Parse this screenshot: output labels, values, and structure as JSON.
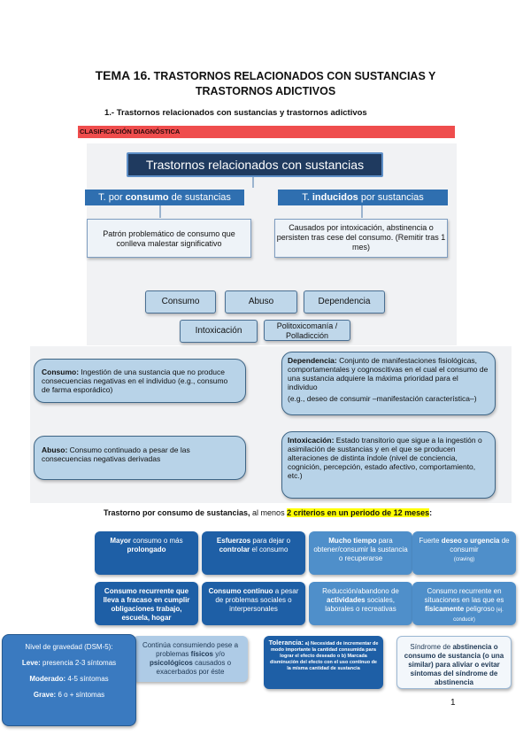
{
  "title": {
    "prefix": "TEMA 16.",
    "line1": " TRASTORNOS RELACIONADOS CON SUSTANCIAS Y",
    "line2": "TRASTORNOS ADICTIVOS"
  },
  "section_heading": "1.- Trastornos relacionados con sustancias y trastornos adictivos",
  "classification_label": "CLASIFICACIÓN DIAGNÓSTICA",
  "diagram": {
    "main": "Trastornos relacionados con sustancias",
    "left_head": {
      "pre": "T. por ",
      "bold": "consumo",
      "post": " de  sustancias"
    },
    "right_head": {
      "pre": "T. ",
      "bold": "inducidos",
      "post": " por sustancias"
    },
    "left_desc": "Patrón problemático de consumo que conlleva malestar significativo",
    "right_desc": "Causados por intoxicación, abstinencia o persisten tras cese del consumo. (Remitir tras 1 mes)",
    "terms": [
      "Consumo",
      "Abuso",
      "Dependencia",
      "Intoxicación",
      "Politoxicomanía / Polladicción"
    ]
  },
  "definitions": {
    "consumo": {
      "term": "Consumo:",
      "text": " Ingestión de una sustancia que no produce consecuencias negativas en el individuo (e.g., consumo de farma esporádico)"
    },
    "abuso": {
      "term": "Abuso:",
      "text": " Consumo continuado a pesar de las consecuencias negativas derivadas"
    },
    "dependencia": {
      "term": "Dependencia:",
      "text": " Conjunto de manifestaciones fisiológicas, comportamentales y cognoscitivas en el cual el consumo de una sustancia adquiere la máxima prioridad para el individuo",
      "extra": "(e.g., deseo de consumir –manifestación característica–)"
    },
    "intoxicacion": {
      "term": "Intoxicación:",
      "text": " Estado transitorio que sigue a la ingestión o asimilación de sustancias y en el que se producen alteraciones de distinta índole (nivel de conciencia, cognición, percepción, estado afectivo, comportamiento, etc.)"
    }
  },
  "criteria_intro": {
    "pre": "Trastorno por consumo de sustancias,",
    "mid": " al menos ",
    "highlight": "2 criterios en un periodo de 12 meses",
    "post": ":"
  },
  "criteria": {
    "c1": {
      "b1": "Mayor",
      "t1": " consumo o más ",
      "b2": "prolongado"
    },
    "c2": {
      "b1": "Esfuerzos",
      "t1": " para dejar o ",
      "b2": "controlar",
      "t2": " el consumo"
    },
    "c3": {
      "b1": "Mucho tiempo",
      "t1": " para obtener/consumir la sustancia o recuperarse"
    },
    "c4": {
      "t0": "Fuerte ",
      "b1": "deseo o urgencia",
      "t1": " de consumir",
      "s": "(craving)"
    },
    "c5": {
      "b1": "Consumo recurrente que lleva a fracaso en cumplir obligaciones",
      "t1": " trabajo, escuela, hogar"
    },
    "c6": {
      "b1": "Consumo continuo",
      "t1": " a pesar de problemas sociales o interpersonales"
    },
    "c7": {
      "t0": "Reducción/abandono de ",
      "b1": "actividades",
      "t1": " sociales, laborales o recreativas"
    },
    "c8": {
      "t0": "Consumo recurrente en situaciones en las que es ",
      "b1": "físicamente",
      "t1": " peligroso",
      "s": " (ej. conducir)"
    },
    "c9": {
      "t0": "Continúa consumiendo pese a problemas ",
      "b1": "físicos",
      "t1": " y/o ",
      "b2": "psicológicos",
      "t2": " causados o exacerbados por éste"
    },
    "c10": {
      "b1": "Tolerancia:",
      "t1": " a) Necesidad de incrementar de modo importante la cantidad consumida para lograr el efecto deseado o b) Marcada disminución del efecto con el uso continuo de la misma cantidad de sustancia"
    },
    "c11": {
      "t0": "Síndrome de ",
      "b1": "abstinencia o consumo de sustancia",
      "t1": " (o una similar) para aliviar o evitar síntomas del síndrome de abstinencia"
    }
  },
  "severity": {
    "title": "Nivel de gravedad (DSM-5):",
    "leve": {
      "label": "Leve:",
      "text": " presencia 2-3 síntomas"
    },
    "moderado": {
      "label": "Moderado:",
      "text": " 4-5 síntomas"
    },
    "grave": {
      "label": "Grave:",
      "text": " 6 o + síntomas"
    }
  },
  "page_number": "1"
}
